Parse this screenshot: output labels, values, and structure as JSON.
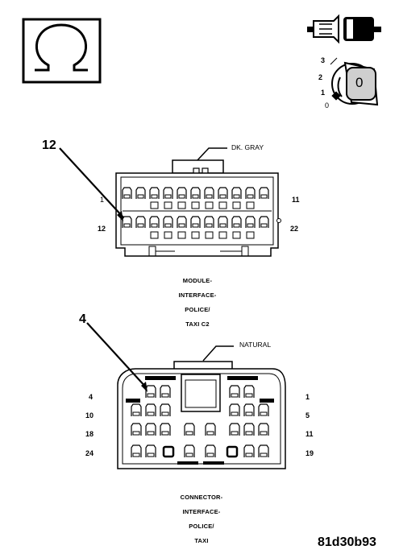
{
  "module_connector": {
    "callout_pin": "12",
    "wire_color": "DK. GRAY",
    "pin_left_top": "1",
    "pin_right_top": "11",
    "pin_left_bottom": "12",
    "pin_right_bottom": "22",
    "caption": [
      "MODULE-",
      "INTERFACE-",
      "POLICE/",
      "TAXI C2"
    ]
  },
  "interface_connector": {
    "callout_pin": "4",
    "wire_color": "NATURAL",
    "row_labels_left": [
      "4",
      "10",
      "18",
      "24"
    ],
    "row_labels_right": [
      "1",
      "5",
      "11",
      "19"
    ],
    "caption": [
      "CONNECTOR-",
      "INTERFACE-",
      "POLICE/",
      "TAXI"
    ]
  },
  "key_switch": {
    "positions": [
      "3",
      "2",
      "1",
      "0"
    ],
    "key_label": "0"
  },
  "figure_id": "81d30b93"
}
